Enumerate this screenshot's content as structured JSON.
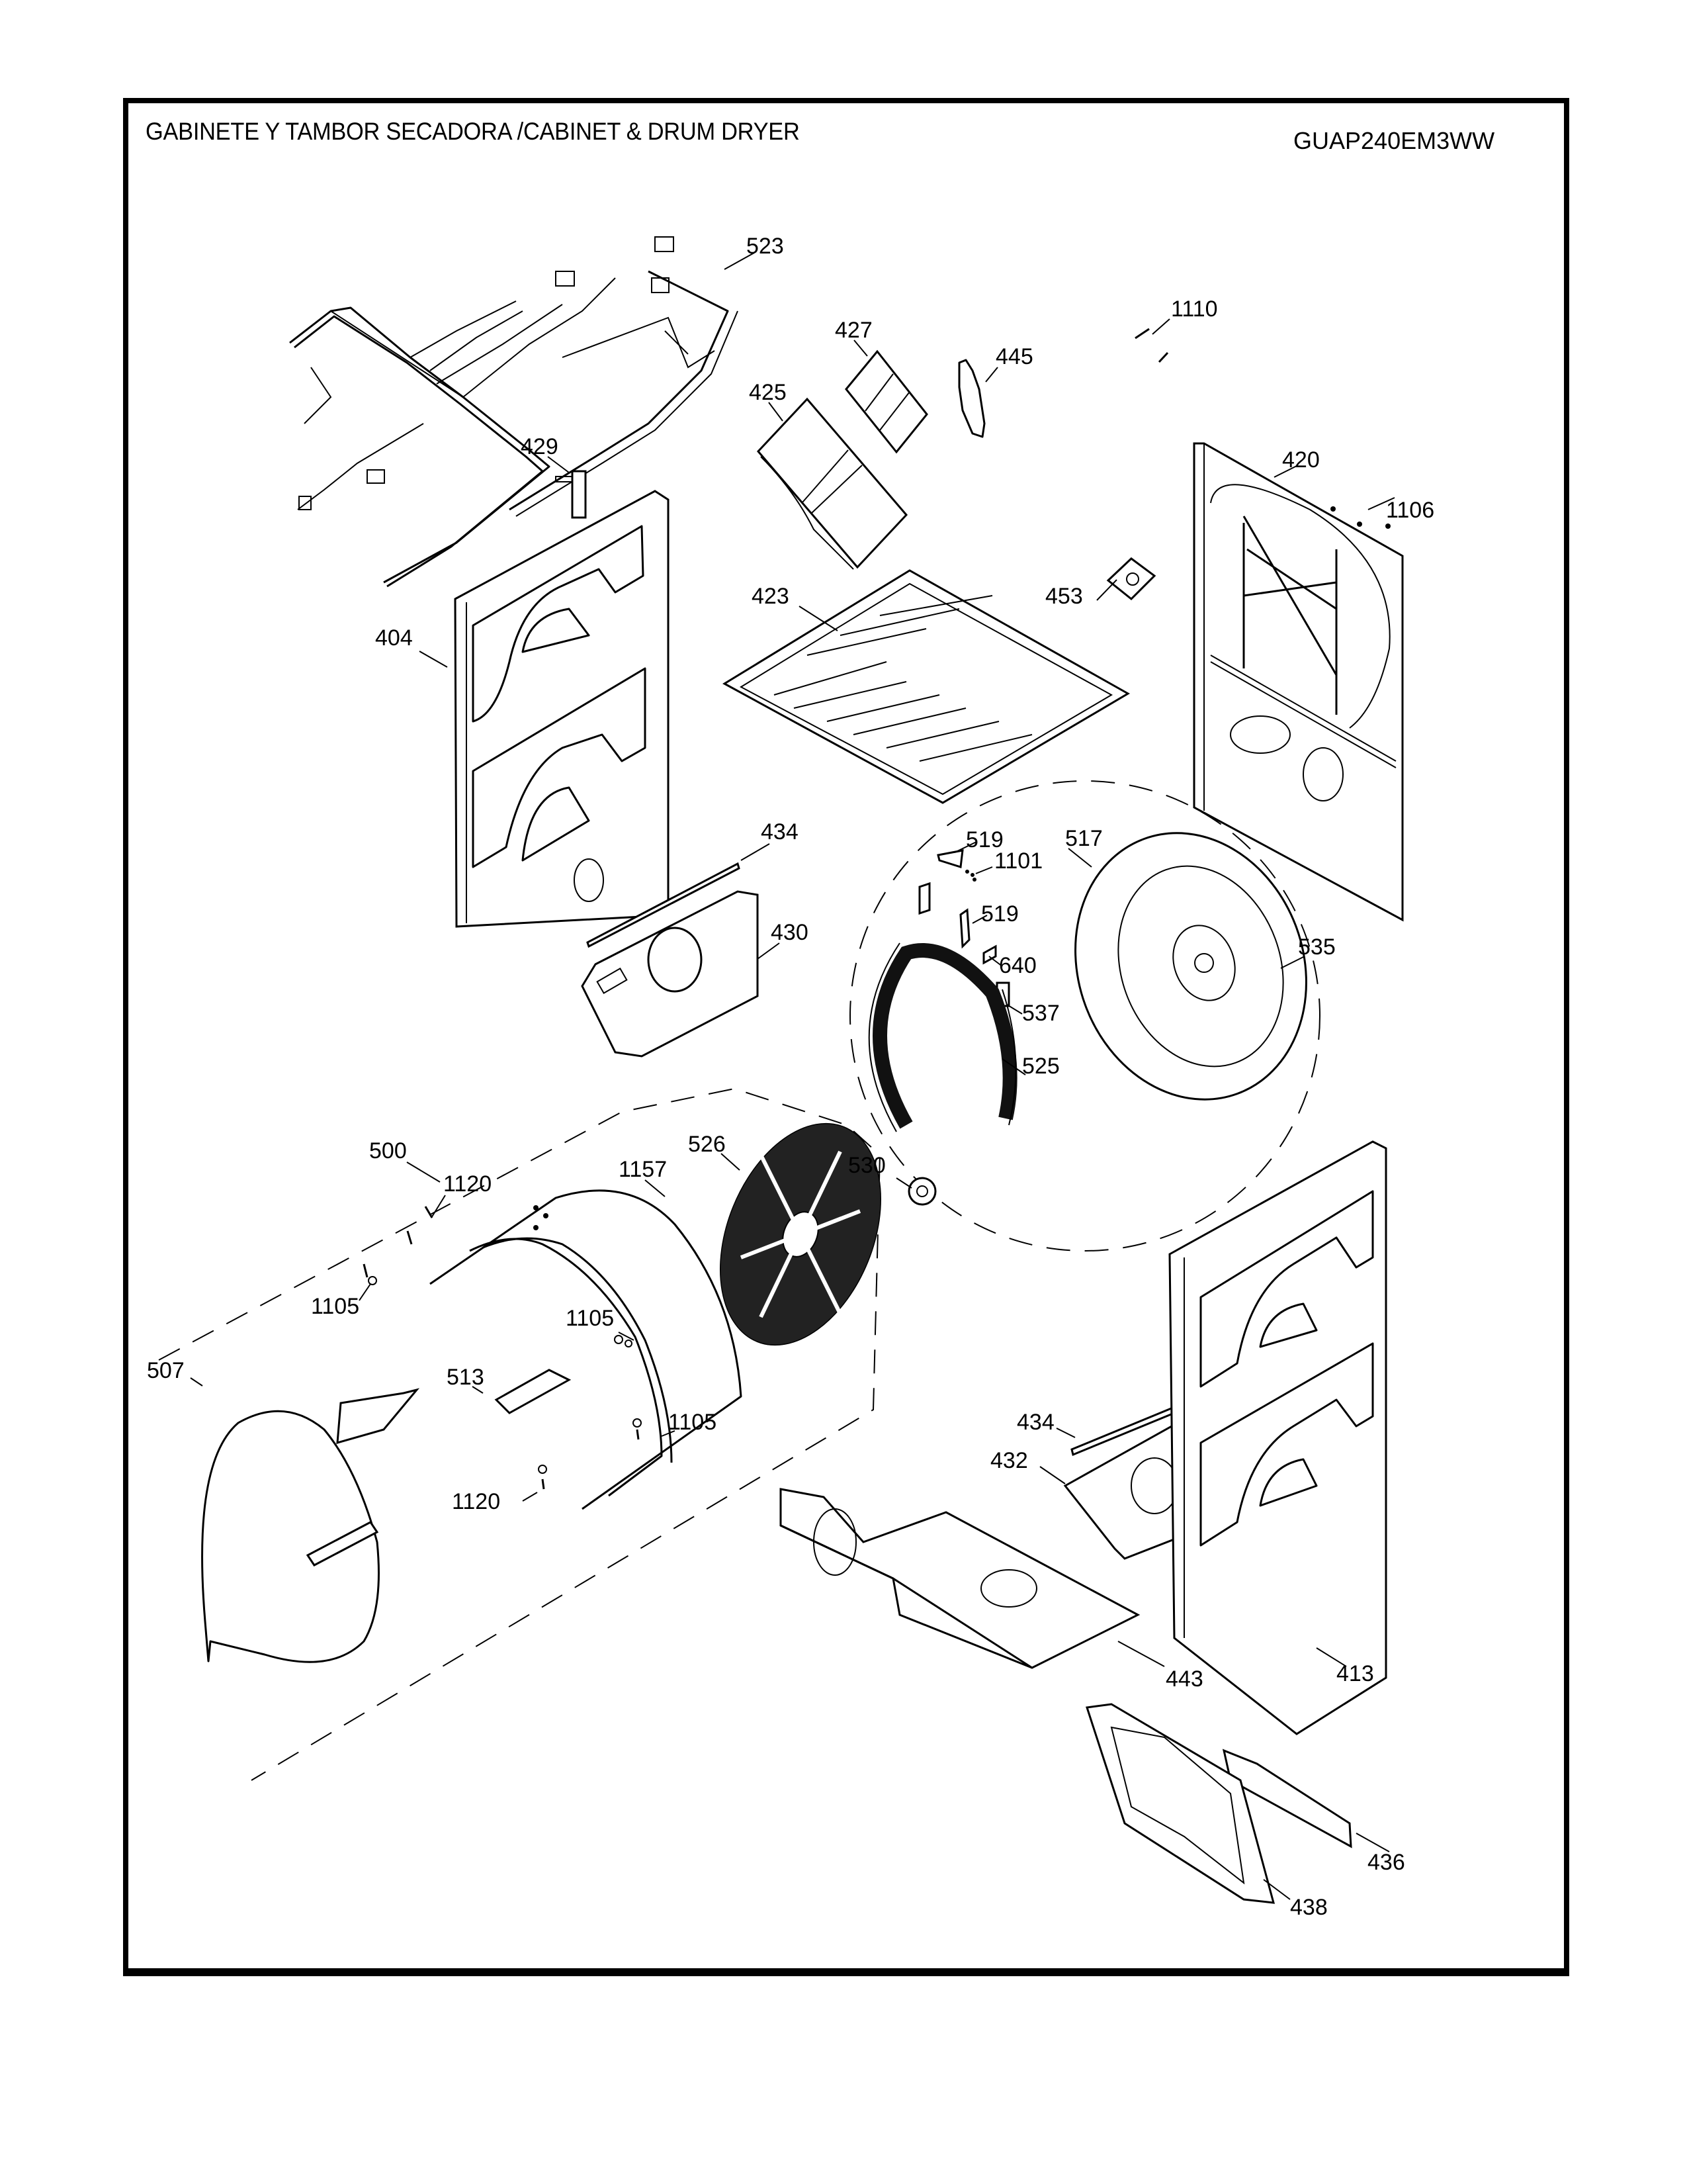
{
  "header": {
    "title": "GABINETE Y TAMBOR SECADORA /CABINET & DRUM  DRYER",
    "model": "GUAP240EM3WW"
  },
  "parts": [
    {
      "id": "p523",
      "label": "523",
      "name": "wire-harness"
    },
    {
      "id": "p1110",
      "label": "1110",
      "name": "screw"
    },
    {
      "id": "p427",
      "label": "427",
      "name": "panel"
    },
    {
      "id": "p445",
      "label": "445",
      "name": "bracket-handle"
    },
    {
      "id": "p425",
      "label": "425",
      "name": "top-panel"
    },
    {
      "id": "p429",
      "label": "429",
      "name": "terminal-block"
    },
    {
      "id": "p420",
      "label": "420",
      "name": "rear-panel"
    },
    {
      "id": "p1106",
      "label": "1106",
      "name": "screw"
    },
    {
      "id": "p404",
      "label": "404",
      "name": "side-panel-left"
    },
    {
      "id": "p423",
      "label": "423",
      "name": "top-cover"
    },
    {
      "id": "p453",
      "label": "453",
      "name": "bracket"
    },
    {
      "id": "p434a",
      "label": "434",
      "name": "strip"
    },
    {
      "id": "p430",
      "label": "430",
      "name": "front-bracket"
    },
    {
      "id": "p519a",
      "label": "519",
      "name": "clip"
    },
    {
      "id": "p517",
      "label": "517",
      "name": "rear-bulkhead"
    },
    {
      "id": "p1101",
      "label": "1101",
      "name": "screw"
    },
    {
      "id": "p519b",
      "label": "519",
      "name": "clip"
    },
    {
      "id": "p535",
      "label": "535",
      "name": "bulkhead-assembly"
    },
    {
      "id": "p640",
      "label": "640",
      "name": "bracket"
    },
    {
      "id": "p537",
      "label": "537",
      "name": "thermostat"
    },
    {
      "id": "p525",
      "label": "525",
      "name": "heater"
    },
    {
      "id": "p500",
      "label": "500",
      "name": "drum-assembly"
    },
    {
      "id": "p526",
      "label": "526",
      "name": "drum-rear-screen"
    },
    {
      "id": "p1157",
      "label": "1157",
      "name": "screw"
    },
    {
      "id": "p530",
      "label": "530",
      "name": "bearing"
    },
    {
      "id": "p1120a",
      "label": "1120",
      "name": "screw"
    },
    {
      "id": "p1105a",
      "label": "1105",
      "name": "washer"
    },
    {
      "id": "p1105b",
      "label": "1105",
      "name": "washer"
    },
    {
      "id": "p507",
      "label": "507",
      "name": "drum-front"
    },
    {
      "id": "p513",
      "label": "513",
      "name": "baffle"
    },
    {
      "id": "p1105c",
      "label": "1105",
      "name": "washer"
    },
    {
      "id": "p1120b",
      "label": "1120",
      "name": "screw"
    },
    {
      "id": "p434b",
      "label": "434",
      "name": "strip"
    },
    {
      "id": "p432",
      "label": "432",
      "name": "rear-bracket"
    },
    {
      "id": "p443",
      "label": "443",
      "name": "base"
    },
    {
      "id": "p413",
      "label": "413",
      "name": "side-panel-right"
    },
    {
      "id": "p436",
      "label": "436",
      "name": "toe-plate"
    },
    {
      "id": "p438",
      "label": "438",
      "name": "access-panel"
    }
  ]
}
